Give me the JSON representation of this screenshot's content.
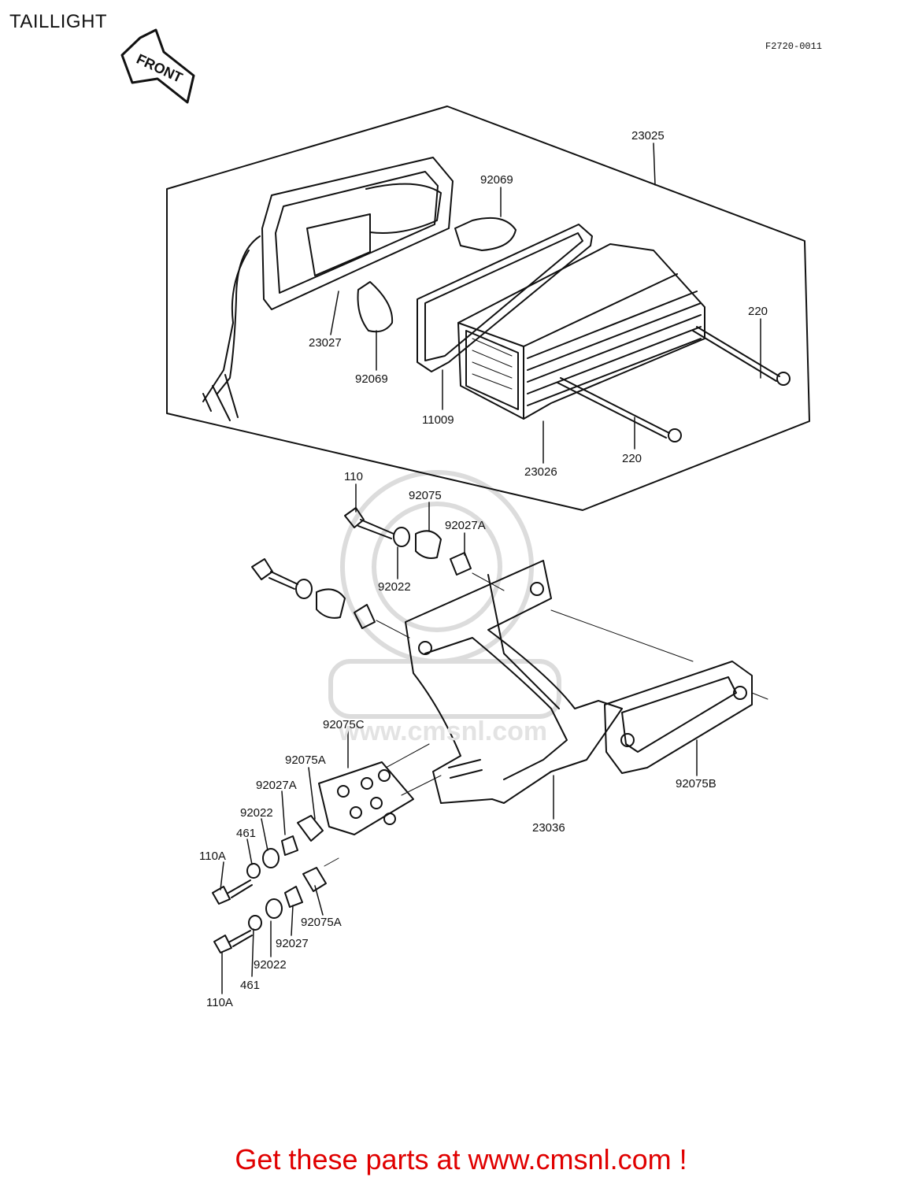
{
  "header": {
    "title": "TAILLIGHT",
    "diagram_code": "F2720-0011"
  },
  "direction_arrow": {
    "label": "FRONT"
  },
  "watermark": {
    "text": "www.cmsnl.com"
  },
  "parts": {
    "p23025": "23025",
    "p92069_top": "92069",
    "p23027": "23027",
    "p92069_bottom": "92069",
    "p11009": "11009",
    "p220_top": "220",
    "p220_bottom": "220",
    "p23026": "23026",
    "p110": "110",
    "p92075": "92075",
    "p92027A_top": "92027A",
    "p92022_top": "92022",
    "p92075C": "92075C",
    "p92075A_top": "92075A",
    "p92027A_mid": "92027A",
    "p92022_mid": "92022",
    "p461_top": "461",
    "p110A_top": "110A",
    "p92075A_bottom": "92075A",
    "p92027": "92027",
    "p92022_bottom": "92022",
    "p461_bottom": "461",
    "p110A_bottom": "110A",
    "p23036": "23036",
    "p92075B": "92075B"
  },
  "footer": {
    "text": "Get these parts at www.cmsnl.com !"
  },
  "colors": {
    "footer": "#e00000",
    "line": "#111111"
  }
}
